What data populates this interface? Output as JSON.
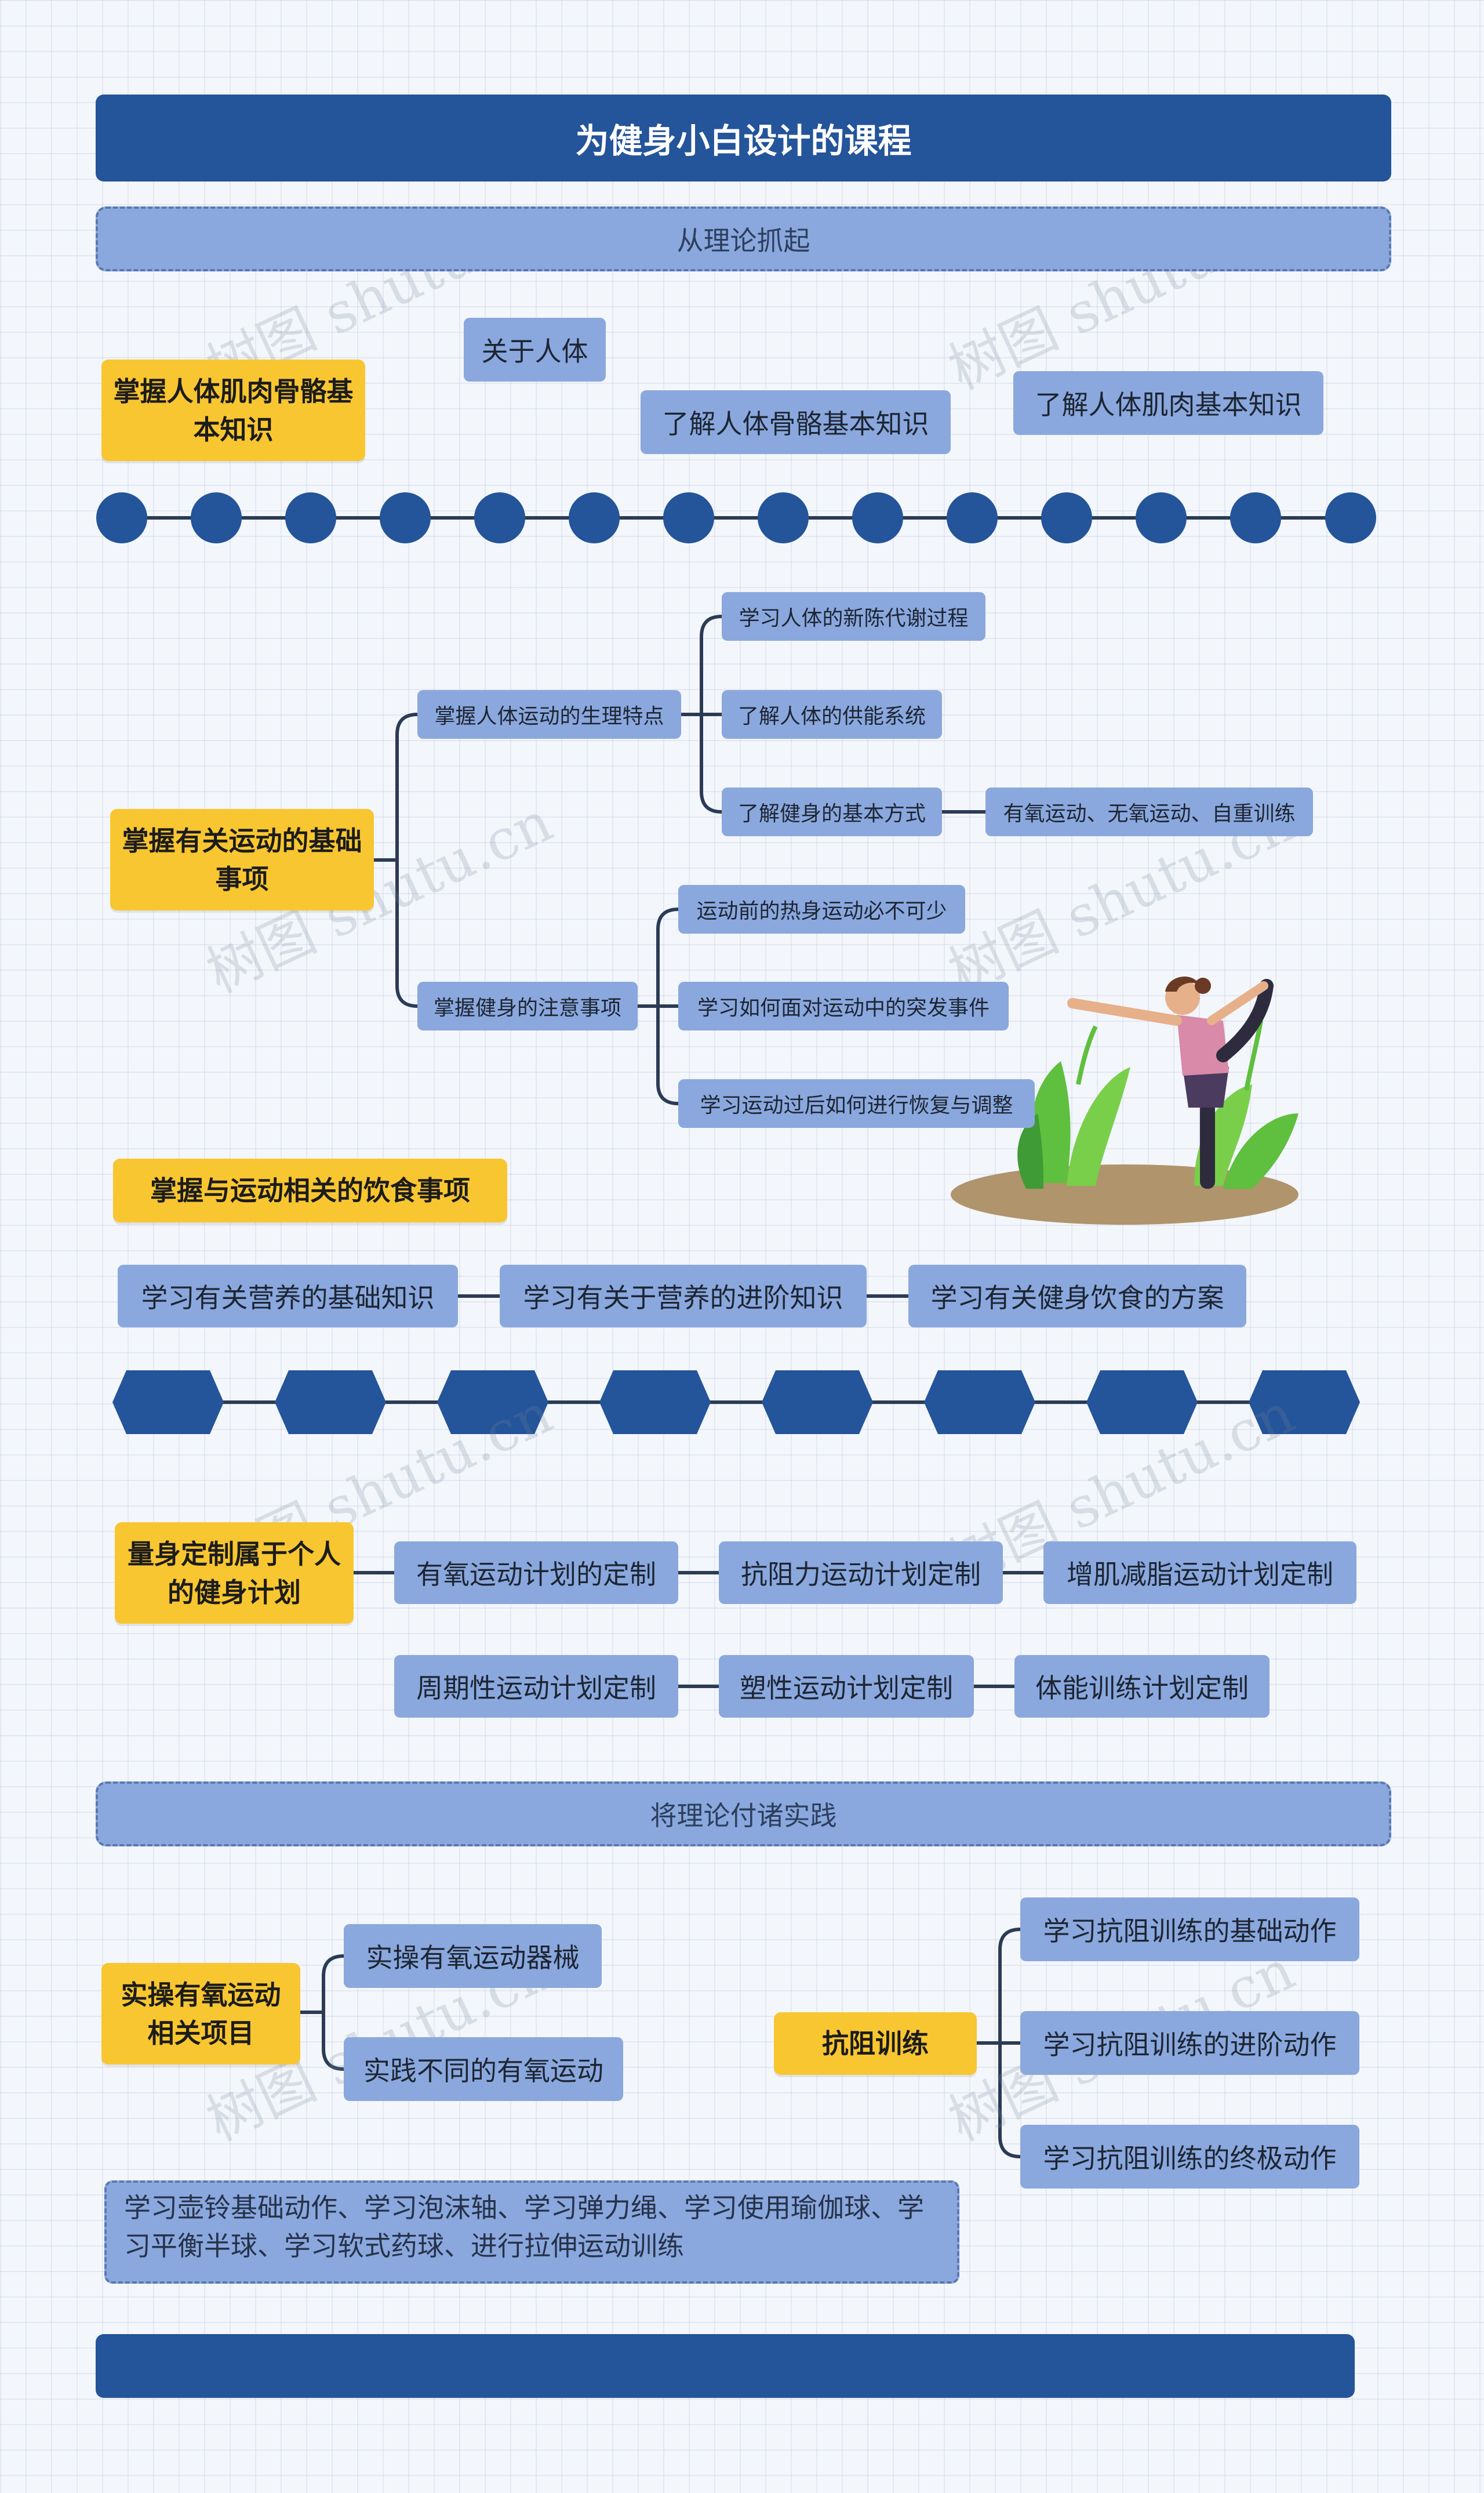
{
  "title": "为健身小白设计的课程",
  "sections": {
    "theory": "从理论抓起",
    "practice": "将理论付诸实践"
  },
  "topic1": {
    "label": "掌握人体肌肉骨骼基本知识",
    "items": [
      "关于人体",
      "了解人体骨骼基本知识",
      "了解人体肌肉基本知识"
    ]
  },
  "topic2": {
    "label": "掌握有关运动的基础事项",
    "branch1": {
      "label": "掌握人体运动的生理特点",
      "items": [
        "学习人体的新陈代谢过程",
        "了解人体的供能系统",
        "了解健身的基本方式"
      ],
      "detail": "有氧运动、无氧运动、自重训练"
    },
    "branch2": {
      "label": "掌握健身的注意事项",
      "items": [
        "运动前的热身运动必不可少",
        "学习如何面对运动中的突发事件",
        "学习运动过后如何进行恢复与调整"
      ]
    }
  },
  "topic3": {
    "label": "掌握与运动相关的饮食事项",
    "items": [
      "学习有关营养的基础知识",
      "学习有关于营养的进阶知识",
      "学习有关健身饮食的方案"
    ]
  },
  "topic4": {
    "label": "量身定制属于个人的健身计划",
    "row1": [
      "有氧运动计划的定制",
      "抗阻力运动计划定制",
      "增肌减脂运动计划定制"
    ],
    "row2": [
      "周期性运动计划定制",
      "塑性运动计划定制",
      "体能训练计划定制"
    ]
  },
  "topic5": {
    "label": "实操有氧运动相关项目",
    "items": [
      "实操有氧运动器械",
      "实践不同的有氧运动"
    ]
  },
  "topic6": {
    "label": "抗阻训练",
    "items": [
      "学习抗阻训练的基础动作",
      "学习抗阻训练的进阶动作",
      "学习抗阻训练的终极动作"
    ]
  },
  "note": "学习壶铃基础动作、学习泡沫轴、学习弹力绳、学习使用瑜伽球、学习平衡半球、学习软式药球、进行拉伸运动训练",
  "watermark": "树图 shutu.cn",
  "colors": {
    "dark_blue": "#24549a",
    "light_blue": "#8aa8dd",
    "gold": "#f8c630",
    "connector": "#2b3b55"
  }
}
